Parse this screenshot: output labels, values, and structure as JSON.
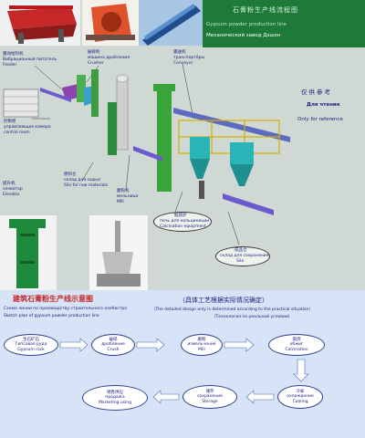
{
  "top_banner": {
    "title_cn": "石膏粉生产线流程图",
    "title_en": "Gypsum powder production line",
    "title_ru": "Механический завод Дэшэн"
  },
  "side_note": {
    "cn": "仅供参考",
    "ru": "Для чтения",
    "en": "Only for reference"
  },
  "equipment": [
    {
      "cn": "震动给料机",
      "ru": "Вибрационный питатель",
      "en": "Feeder"
    },
    {
      "cn": "破碎机",
      "ru": "машина дробления",
      "en": "Crusher"
    },
    {
      "cn": "输送机",
      "ru": "транспортёры",
      "en": "Conveyor"
    },
    {
      "cn": "控制柜",
      "ru": "управляющая камера",
      "en": "control room"
    },
    {
      "cn": "提升机",
      "ru": "элеватор",
      "en": "Elevator"
    },
    {
      "cn": "原料仓",
      "ru": "склад для сырья",
      "en": "Silo for raw materials"
    },
    {
      "cn": "磨粉机",
      "ru": "мельница",
      "en": "Mill"
    },
    {
      "cn": "煅烧炉",
      "ru": "печь для кальцинации",
      "en": "Calcination equipment"
    },
    {
      "cn": "成品仓",
      "ru": "склад для сохранения",
      "en": "Silo"
    }
  ],
  "plan_title": {
    "cn": "建筑石膏粉生产线示意图",
    "ru": "Схема линии по производству строительного алебастра",
    "en": "Sketch plan of gypsum powder production line"
  },
  "note": {
    "cn": "（具体工艺根据实际情况确定）",
    "en": "（The detailed design only is determined according to the practical situation）",
    "ru": "（Технология по реальной условии）"
  },
  "flow": [
    {
      "cn": "生石矿石",
      "ru": "Гипсовая руда",
      "en": "Gypsum rock"
    },
    {
      "cn": "破碎",
      "ru": "дробление",
      "en": "Crush"
    },
    {
      "cn": "磨粉",
      "ru": "измельчение",
      "en": "Mill"
    },
    {
      "cn": "煅烧",
      "ru": "обжиг",
      "en": "Calcination"
    },
    {
      "cn": "冷却",
      "ru": "охлаждение",
      "en": "Cooling"
    },
    {
      "cn": "储存",
      "ru": "сохранение",
      "en": "Storage"
    },
    {
      "cn": "销售供应",
      "ru": "продажа",
      "en": "Marketing using"
    }
  ]
}
